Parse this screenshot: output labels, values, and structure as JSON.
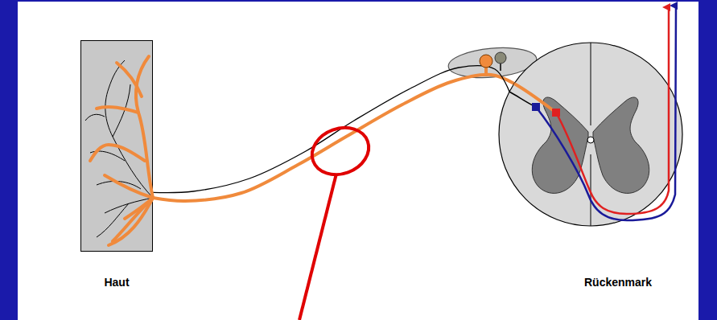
{
  "diagram": {
    "nodes": [
      {
        "text": [
          "Haut"
        ]
      },
      {
        "text": [
          "Rückenmark"
        ]
      }
    ],
    "edges": [
      {
        "from": 0,
        "to": 1,
        "arrow": "none"
      },
      {
        "from": 0,
        "to": 1,
        "arrow": "none"
      }
    ]
  }
}
